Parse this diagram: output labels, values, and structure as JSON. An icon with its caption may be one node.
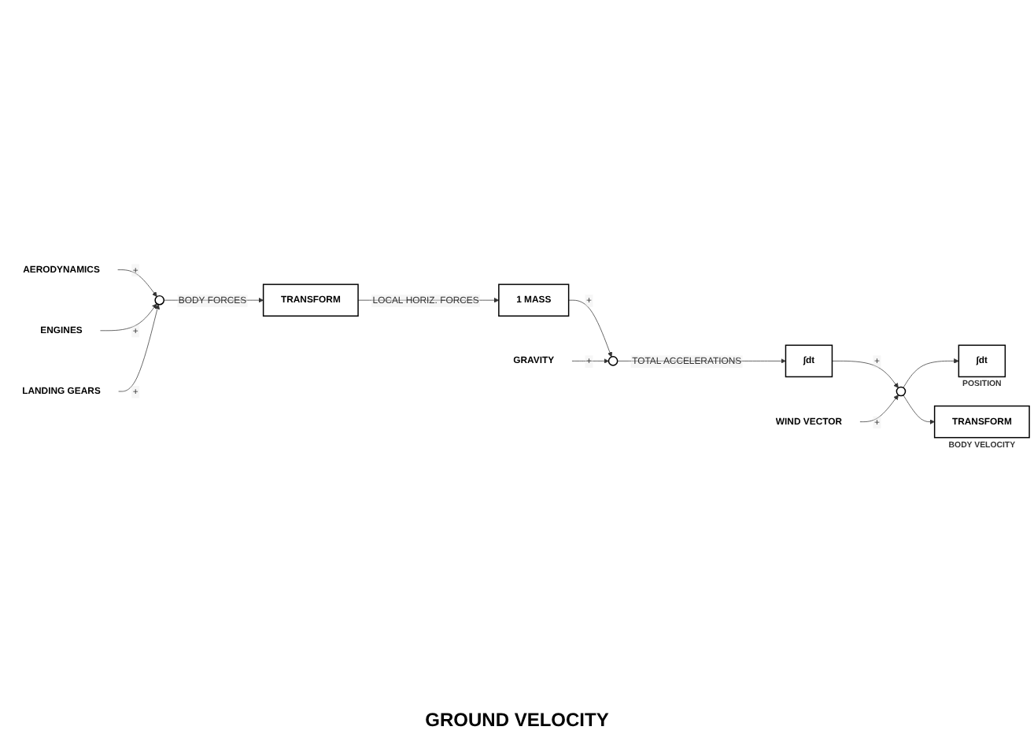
{
  "diagram": {
    "nodes": [
      {
        "text": [
          "AERODYNAMICS"
        ]
      },
      {
        "text": [
          "ENGINES"
        ]
      },
      {
        "text": [
          "LANDING GEARS"
        ]
      },
      {
        "text": [],
        "shape": "circle"
      },
      {
        "text": [
          "TRANSFORM"
        ]
      },
      {
        "text": [
          "1 MASS"
        ]
      },
      {
        "text": [
          "GRAVITY"
        ]
      },
      {
        "text": [],
        "shape": "circle"
      },
      {
        "text": [
          "∫dt"
        ]
      },
      {
        "text": [
          "WIND VECTOR"
        ]
      },
      {
        "text": [],
        "shape": "circle"
      },
      {
        "text": [
          "∫dt"
        ],
        "beside": [
          "POSITION"
        ]
      },
      {
        "text": [
          "TRANSFORM"
        ],
        "beside": [
          "BODY VELOCITY"
        ]
      }
    ],
    "edges": [
      {
        "from": 0,
        "to": 3,
        "arrow": "to",
        "label": "+"
      },
      {
        "from": 1,
        "to": 3,
        "arrow": "to",
        "label": "+"
      },
      {
        "from": 2,
        "to": 3,
        "arrow": "to",
        "label": "+"
      },
      {
        "from": 3,
        "to": 4,
        "arrow": "to",
        "label": "BODY FORCES"
      },
      {
        "from": 4,
        "to": 5,
        "arrow": "to",
        "label": "LOCAL HORIZ. FORCES"
      },
      {
        "from": 5,
        "to": 7,
        "arrow": "to",
        "label": "+"
      },
      {
        "from": 6,
        "to": 7,
        "arrow": "to",
        "label": "+"
      },
      {
        "from": 7,
        "to": 8,
        "arrow": "to",
        "label": "TOTAL ACCELERATIONS"
      },
      {
        "from": 8,
        "to": 10,
        "arrow": "to",
        "label": "+"
      },
      {
        "from": 9,
        "to": 10,
        "arrow": "to",
        "label": "+"
      },
      {
        "from": 10,
        "to": 11,
        "arrow": "to"
      },
      {
        "from": 10,
        "to": 12,
        "arrow": "to"
      }
    ],
    "labels": [
      "GROUND VELOCITY"
    ]
  }
}
